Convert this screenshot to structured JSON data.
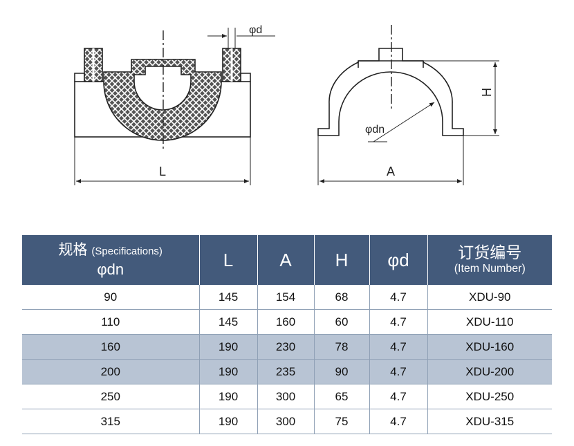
{
  "drawing": {
    "label_phi_d": "φd",
    "label_L": "L",
    "label_H": "H",
    "label_phi_dn": "φdn",
    "label_A": "A"
  },
  "table": {
    "header": {
      "spec_cn": "规格",
      "spec_en": "(Specifications)",
      "spec_sub": "φdn",
      "L": "L",
      "A": "A",
      "H": "H",
      "d": "φd",
      "item_cn": "订货编号",
      "item_en": "(Item Number)"
    },
    "rows": [
      {
        "dn": "90",
        "L": "145",
        "A": "154",
        "H": "68",
        "d": "4.7",
        "item": "XDU-90",
        "shaded": false
      },
      {
        "dn": "110",
        "L": "145",
        "A": "160",
        "H": "60",
        "d": "4.7",
        "item": "XDU-110",
        "shaded": false
      },
      {
        "dn": "160",
        "L": "190",
        "A": "230",
        "H": "78",
        "d": "4.7",
        "item": "XDU-160",
        "shaded": true
      },
      {
        "dn": "200",
        "L": "190",
        "A": "235",
        "H": "90",
        "d": "4.7",
        "item": "XDU-200",
        "shaded": true
      },
      {
        "dn": "250",
        "L": "190",
        "A": "300",
        "H": "65",
        "d": "4.7",
        "item": "XDU-250",
        "shaded": false
      },
      {
        "dn": "315",
        "L": "190",
        "A": "300",
        "H": "75",
        "d": "4.7",
        "item": "XDU-315",
        "shaded": false
      }
    ]
  }
}
